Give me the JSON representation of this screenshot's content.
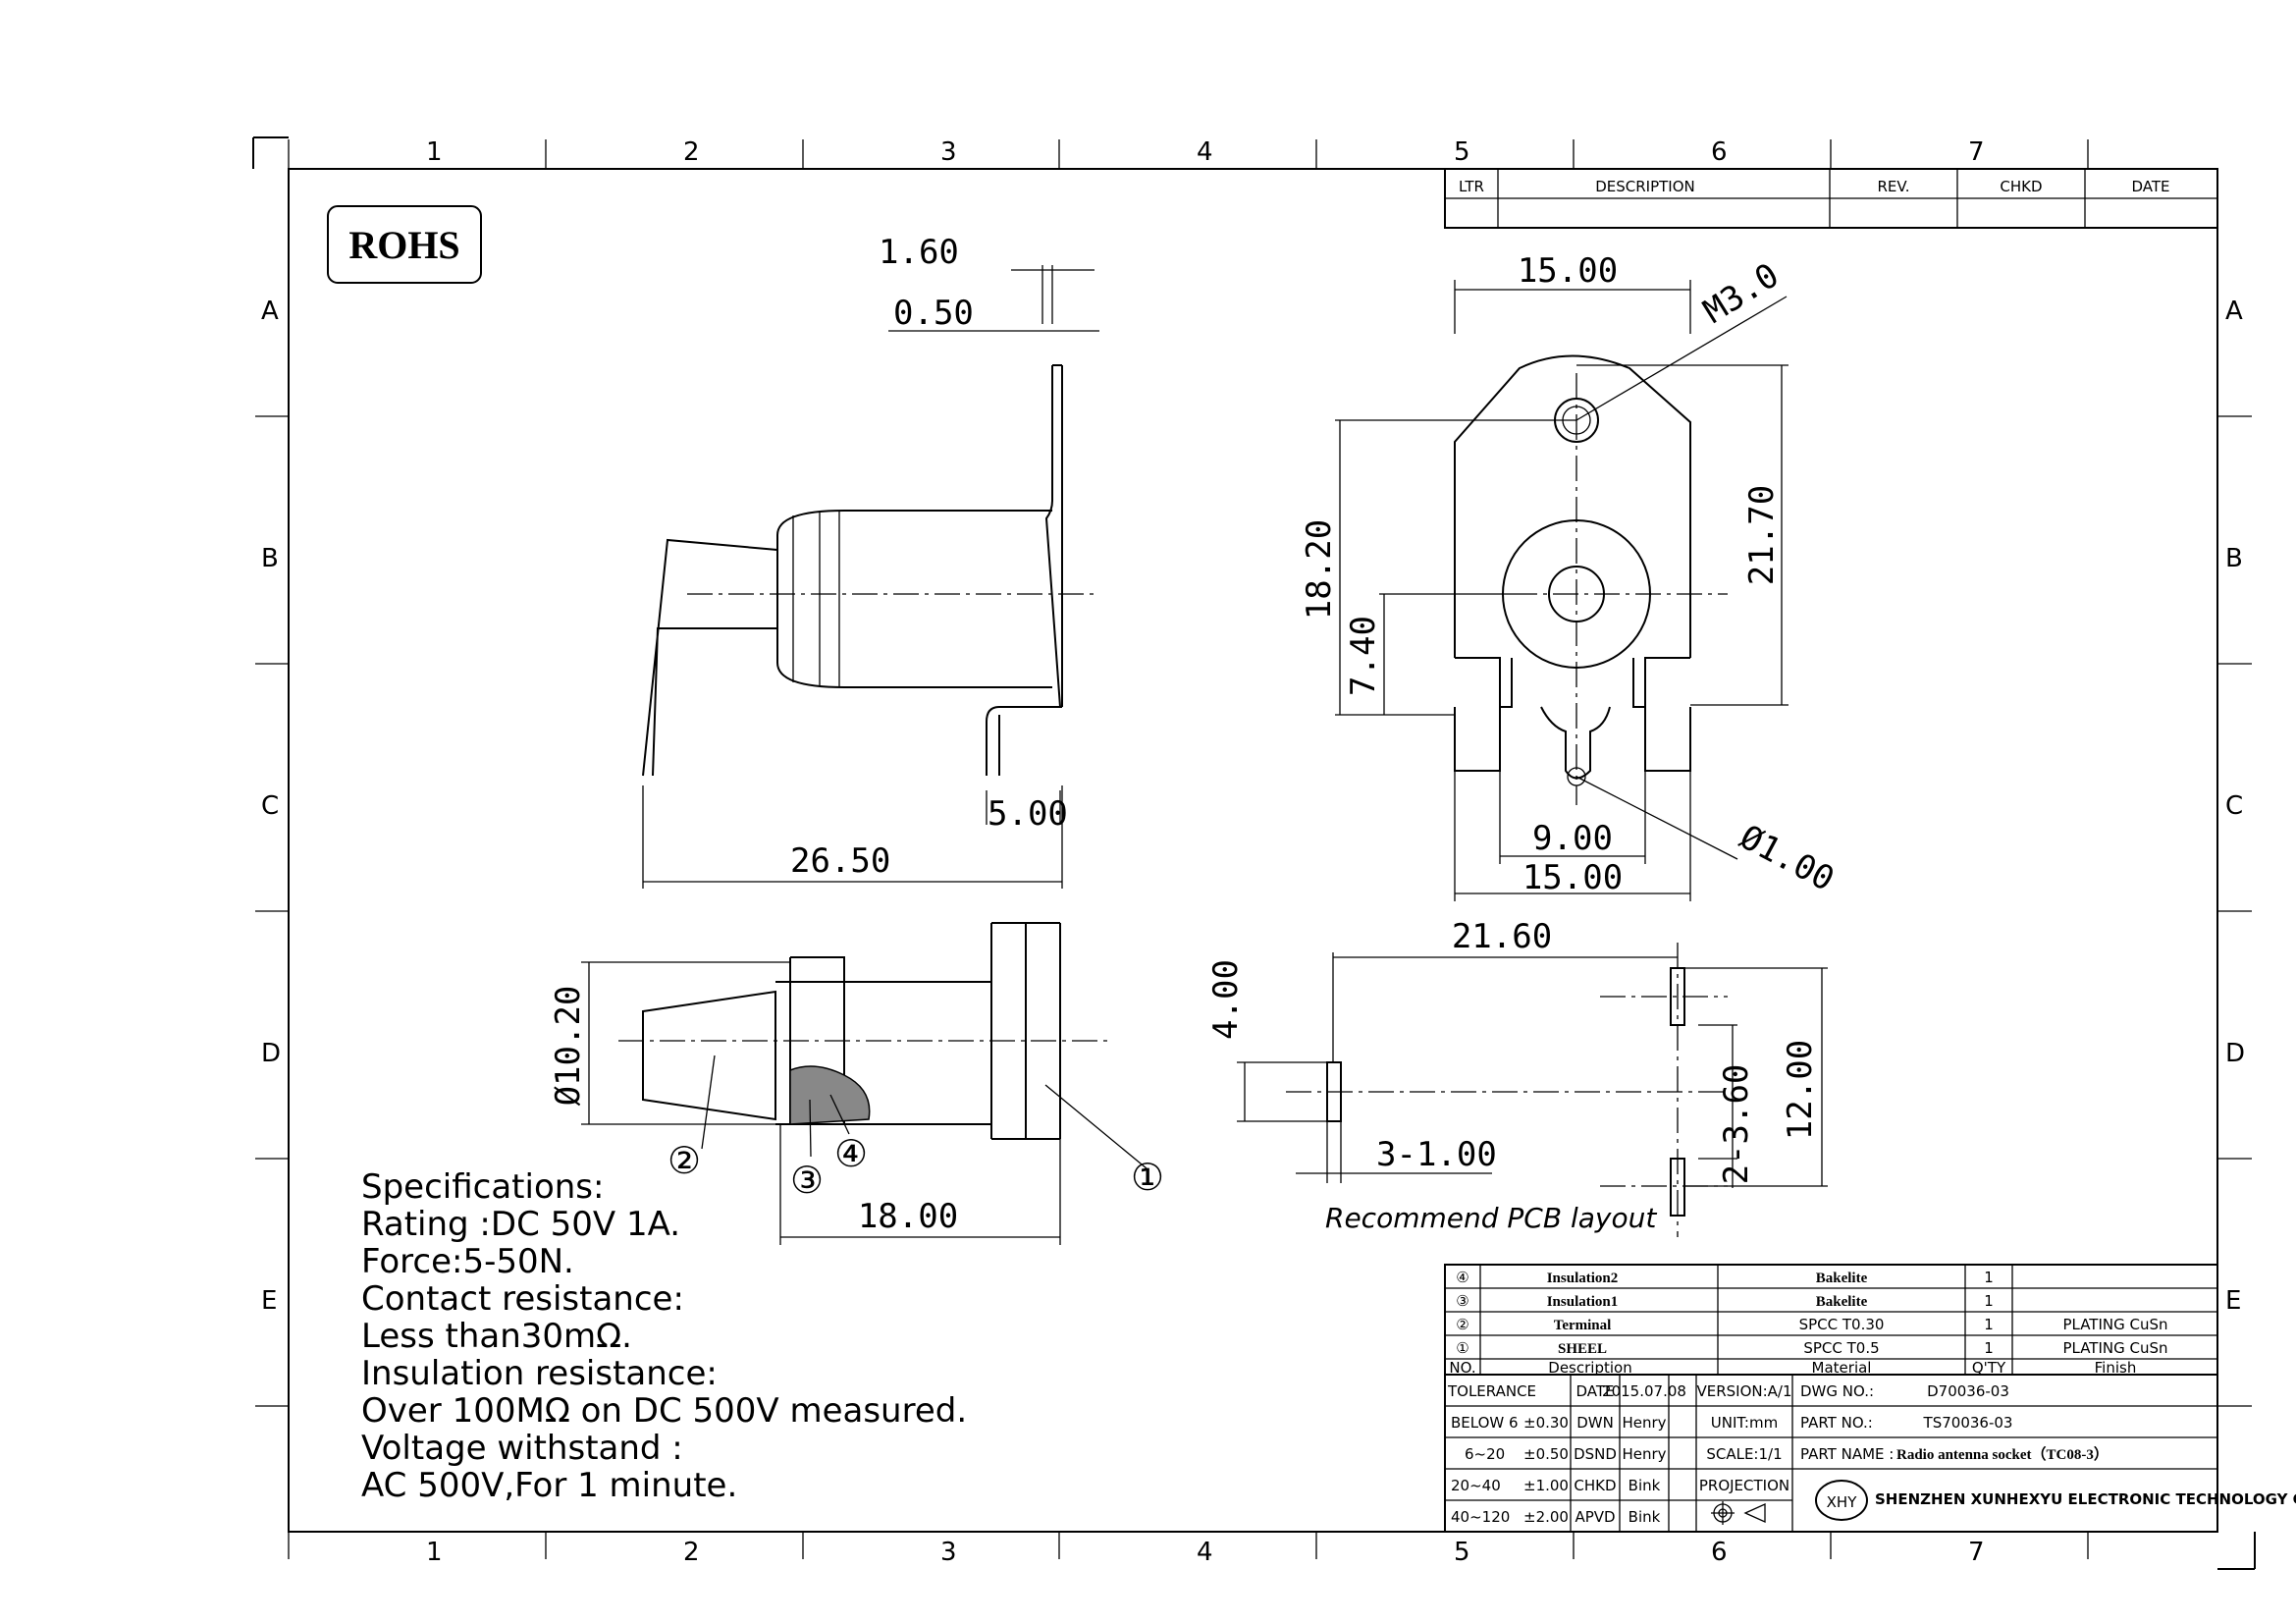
{
  "grid": {
    "columns": [
      "1",
      "2",
      "3",
      "4",
      "5",
      "6",
      "7"
    ],
    "rows": [
      "A",
      "B",
      "C",
      "D",
      "E"
    ]
  },
  "rohs": "ROHS",
  "revision_table": {
    "ltr": "LTR",
    "description": "DESCRIPTION",
    "rev": "REV.",
    "chkd": "CHKD",
    "date": "DATE"
  },
  "dims": {
    "d_1_60": "1.60",
    "d_0_50": "0.50",
    "d_5_00": "5.00",
    "d_26_50": "26.50",
    "d_15_00_top": "15.00",
    "d_m3": "M3.0",
    "d_18_20": "18.20",
    "d_21_70": "21.70",
    "d_7_40": "7.40",
    "d_9_00": "9.00",
    "d_15_00_bottom": "15.00",
    "d_phi1": "Ø1.00",
    "d_phi10_20": "Ø10.20",
    "d_18_00": "18.00",
    "d_21_60": "21.60",
    "d_4_00": "4.00",
    "d_12_00": "12.00",
    "d_2_3_60": "2-3.60",
    "d_3_1_00": "3-1.00"
  },
  "callouts": [
    "①",
    "②",
    "③",
    "④"
  ],
  "pcb_label": "Recommend PCB layout",
  "specs": [
    "Specifications:",
    "Rating :DC 50V 1A.",
    "Force:5-50N.",
    "Contact resistance:",
    "Less than30mΩ.",
    "Insulation resistance:",
    "Over 100MΩ on DC 500V measured.",
    "Voltage withstand :",
    "AC 500V,For 1 minute."
  ],
  "bom": {
    "rows": [
      {
        "no": "④",
        "desc": "Insulation2",
        "material": "Bakelite",
        "qty": "1",
        "finish": ""
      },
      {
        "no": "③",
        "desc": "Insulation1",
        "material": "Bakelite",
        "qty": "1",
        "finish": ""
      },
      {
        "no": "②",
        "desc": "Terminal",
        "material": "SPCC T0.30",
        "qty": "1",
        "finish": "PLATING CuSn"
      },
      {
        "no": "①",
        "desc": "SHEEL",
        "material": "SPCC T0.5",
        "qty": "1",
        "finish": "PLATING CuSn"
      }
    ],
    "header": {
      "no": "NO.",
      "desc": "Description",
      "material": "Material",
      "qty": "Q'TY",
      "finish": "Finish"
    }
  },
  "title_block": {
    "tolerance": "TOLERANCE",
    "tol_rows": [
      {
        "range": "BELOW 6",
        "tol": "±0.30"
      },
      {
        "range": "6~20",
        "tol": "±0.50"
      },
      {
        "range": "20~40",
        "tol": "±1.00"
      },
      {
        "range": "40~120",
        "tol": "±2.00"
      }
    ],
    "date_label": "DATE",
    "date": "2015.07.08",
    "dwn_label": "DWN",
    "dwn": "Henry",
    "dsnd_label": "DSND",
    "dsnd": "Henry",
    "chkd_label": "CHKD",
    "chkd": "Bink",
    "apvd_label": "APVD",
    "apvd": "Bink",
    "version": "VERSION:A/1",
    "unit": "UNIT:mm",
    "scale": "SCALE:1/1",
    "projection": "PROJECTION",
    "dwg_no_label": "DWG NO.:",
    "dwg_no": "D70036-03",
    "part_no_label": "PART NO.:",
    "part_no": "TS70036-03",
    "part_name_label": "PART NAME :",
    "part_name": "Radio antenna socket（TC08-3）",
    "logo": "XHY",
    "company": "SHENZHEN XUNHEXYU ELECTRONIC TECHNOLOGY  CO.,LTD"
  }
}
